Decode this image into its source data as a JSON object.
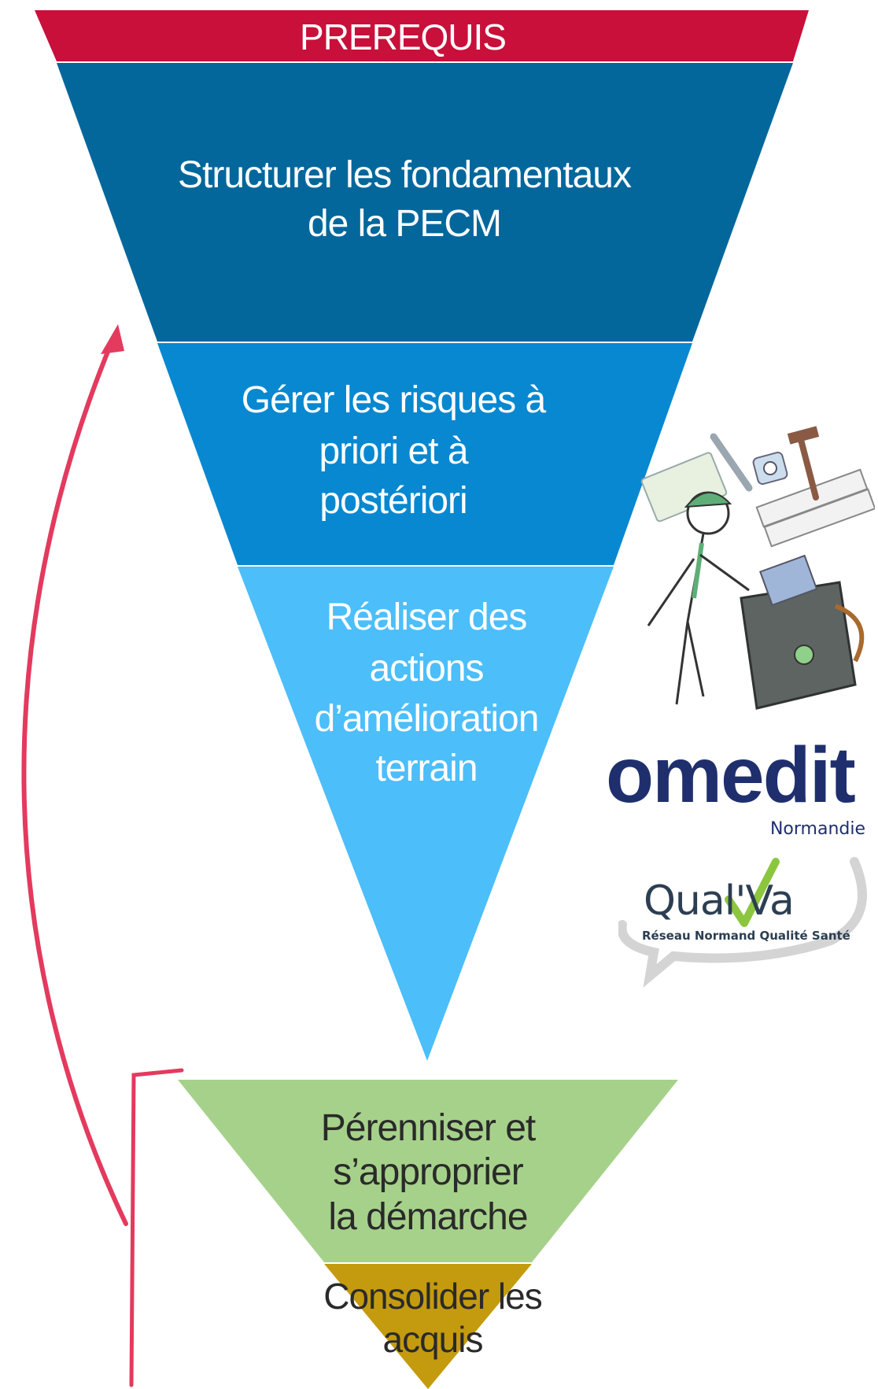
{
  "header": {
    "label": "PREREQUIS",
    "color": "#c8103a"
  },
  "levels": [
    {
      "id": "level-1",
      "lines": [
        "Structurer les fondamentaux",
        "de la PECM"
      ],
      "color": "#03679c"
    },
    {
      "id": "level-2",
      "lines": [
        "Gérer les risques à",
        "priori et à",
        "postériori"
      ],
      "color": "#0888d0"
    },
    {
      "id": "level-3",
      "lines": [
        "Réaliser des",
        "actions",
        "d’amélioration",
        "terrain"
      ],
      "color": "#4cbefa"
    },
    {
      "id": "level-4",
      "lines": [
        "Pérenniser  et",
        "s’approprier",
        "la démarche"
      ],
      "color": "#a6d18a"
    },
    {
      "id": "level-5",
      "lines": [
        "Consolider les",
        "acquis"
      ],
      "color": "#c49b0e"
    }
  ],
  "arrow": {
    "color": "#e33a5e"
  },
  "logos": {
    "omedit": {
      "word": "omedit",
      "sub": "Normandie",
      "color": "#1f2f6e"
    },
    "qualva": {
      "word": "Qual'Va",
      "sub": "Réseau Normand Qualité Santé",
      "accent": "#8cc63f"
    }
  }
}
